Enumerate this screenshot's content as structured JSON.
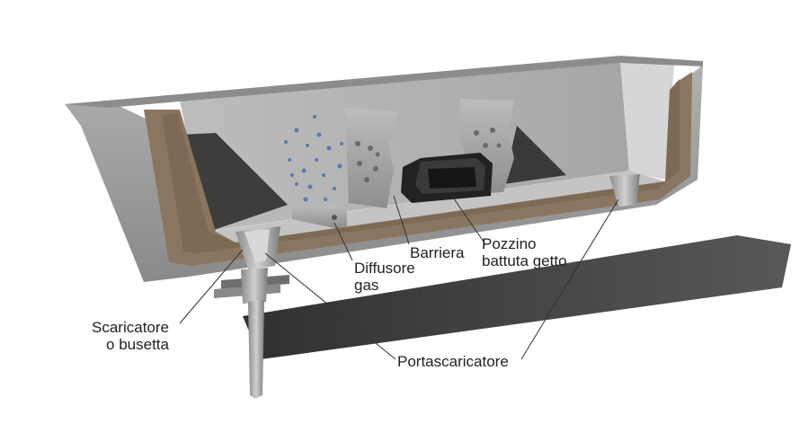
{
  "labels": {
    "diffusore": {
      "line1": "Diffusore",
      "line2": "gas"
    },
    "barriera": "Barriera",
    "pozzino": {
      "line1": "Pozzino",
      "line2": "battuta getto"
    },
    "scaricatore": {
      "line1": "Scaricatore",
      "line2": "o busetta"
    },
    "portascaricatore": "Portascaricatore"
  },
  "colors": {
    "steel_shell": "#9a9a9a",
    "refractory_lining": "#8a7660",
    "interior": "#b4b4b4",
    "shadow": "#2e2e2e",
    "dark_block": "#222222",
    "bubbles": "#4a6fa8",
    "leader_lines": "#333333"
  }
}
